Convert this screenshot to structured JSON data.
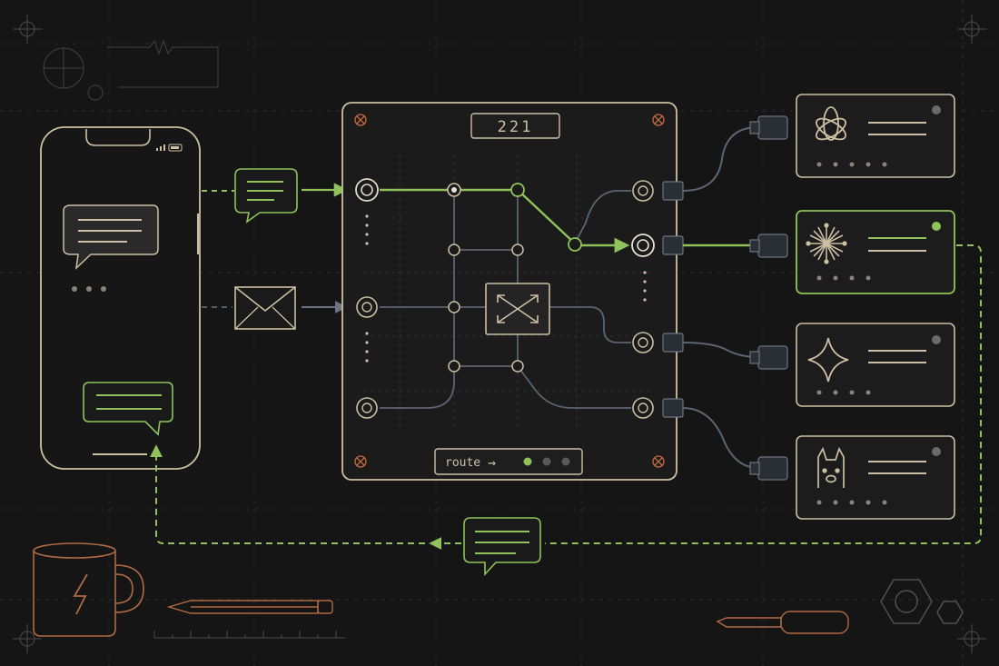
{
  "router": {
    "counter": "221",
    "route_label": "route",
    "route_arrow": "→"
  },
  "channels": [
    {
      "name": "chat",
      "icon": "chat-bubble-icon"
    },
    {
      "name": "email",
      "icon": "envelope-icon"
    }
  ],
  "models": [
    {
      "icon": "openai-knot-icon",
      "active": false
    },
    {
      "icon": "starburst-icon",
      "active": true
    },
    {
      "icon": "sparkle-star-icon",
      "active": false
    },
    {
      "icon": "llama-icon",
      "active": false
    }
  ],
  "colors": {
    "background": "#151515",
    "line": "#cdbfa3",
    "accent": "#8fc25a",
    "wire": "#5c6472",
    "warning": "#c46a3c",
    "grid": "#2a2a2a"
  }
}
